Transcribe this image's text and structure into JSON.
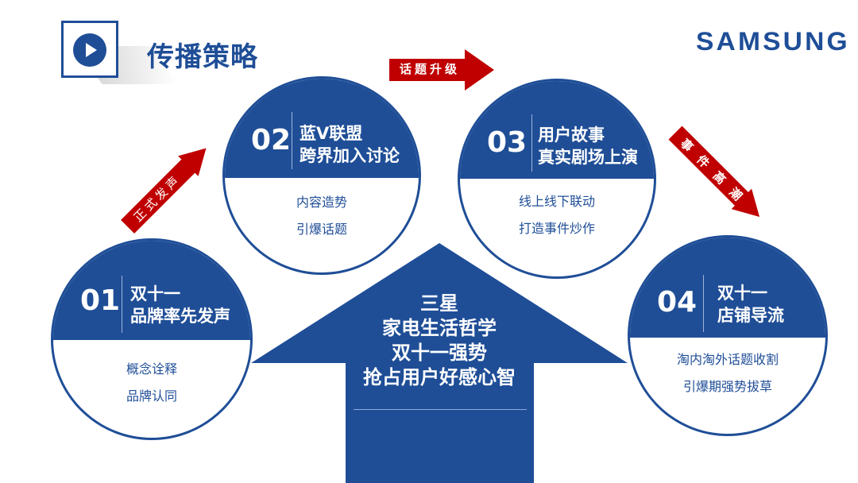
{
  "header": {
    "title": "传播策略",
    "icon": "play-icon",
    "logo": "SAMSUNG"
  },
  "colors": {
    "primary_blue": "#1f4e97",
    "accent_red": "#c00000",
    "background": "#ffffff"
  },
  "arrows": [
    {
      "label": "正式发声",
      "direction": "up-right"
    },
    {
      "label": "话题升级",
      "direction": "right"
    },
    {
      "label": "事件高潮",
      "direction": "down-right"
    }
  ],
  "steps": [
    {
      "number": "01",
      "title_line1": "双十一",
      "title_line2": "品牌率先发声",
      "body_line1": "概念诠释",
      "body_line2": "品牌认同"
    },
    {
      "number": "02",
      "title_line1": "蓝V联盟",
      "title_line2": "跨界加入讨论",
      "body_line1": "内容造势",
      "body_line2": "引爆话题"
    },
    {
      "number": "03",
      "title_line1": "用户故事",
      "title_line2": "真实剧场上演",
      "body_line1": "线上线下联动",
      "body_line2": "打造事件炒作"
    },
    {
      "number": "04",
      "title_line1": "双十一",
      "title_line2": "店铺导流",
      "body_line1": "淘内淘外话题收割",
      "body_line2": "引爆期强势拔草"
    }
  ],
  "center": {
    "line1": "三星",
    "line2": "家电生活哲学",
    "line3": "双十一强势",
    "line4": "抢占用户好感心智"
  }
}
